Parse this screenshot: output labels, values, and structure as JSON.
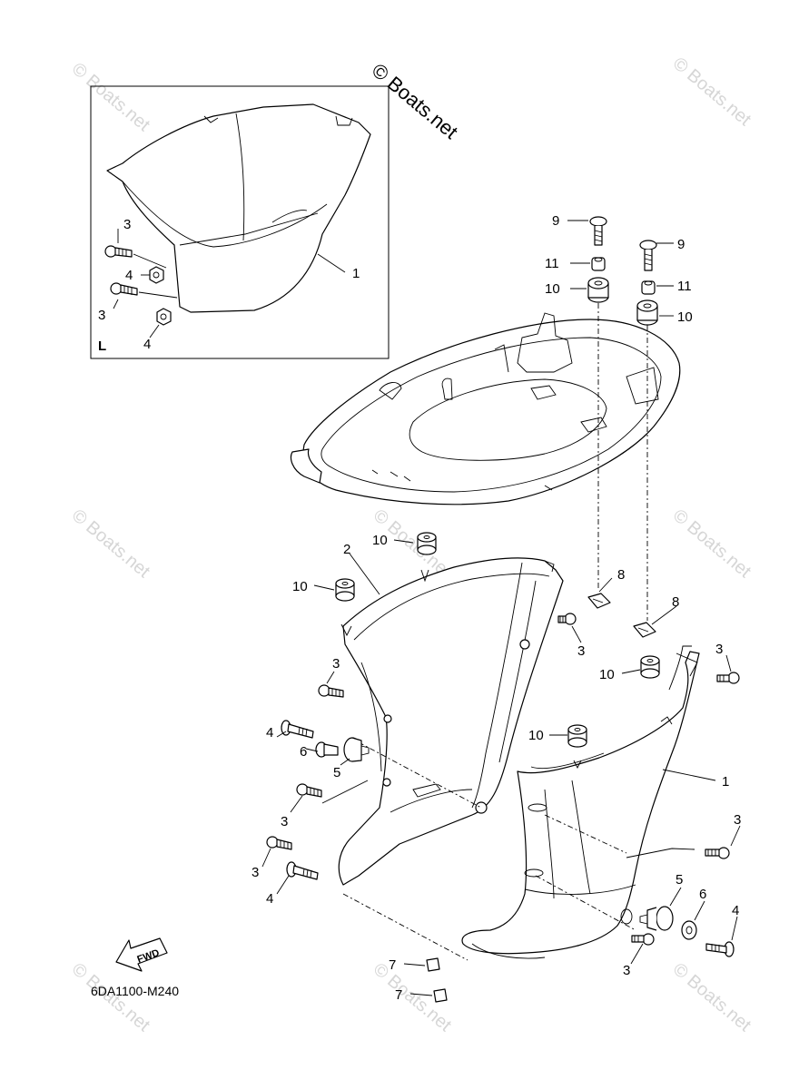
{
  "copyright": "© Boats.net",
  "watermark": "© Boats.net",
  "diagram_code": "6DA1100-M240",
  "inset_side_label": "L",
  "fwd_label": "FWD",
  "callouts": {
    "inset_1": "1",
    "inset_3a": "3",
    "inset_3b": "3",
    "inset_4a": "4",
    "inset_4b": "4",
    "top_9a": "9",
    "top_9b": "9",
    "top_11a": "11",
    "top_11b": "11",
    "top_10a": "10",
    "top_10b": "10",
    "mid_10a": "10",
    "mid_10b": "10",
    "mid_2": "2",
    "mid_8a": "8",
    "mid_8b": "8",
    "mid_3a": "3",
    "mid_3b": "3",
    "mid_3c": "3",
    "mid_10c": "10",
    "mid_10d": "10",
    "mid_4a": "4",
    "mid_6a": "6",
    "mid_5a": "5",
    "mid_1": "1",
    "low_3a": "3",
    "low_3b": "3",
    "low_3c": "3",
    "low_4b": "4",
    "low_5b": "5",
    "low_6b": "6",
    "low_4c": "4",
    "low_3d": "3",
    "low_7a": "7",
    "low_7b": "7"
  }
}
